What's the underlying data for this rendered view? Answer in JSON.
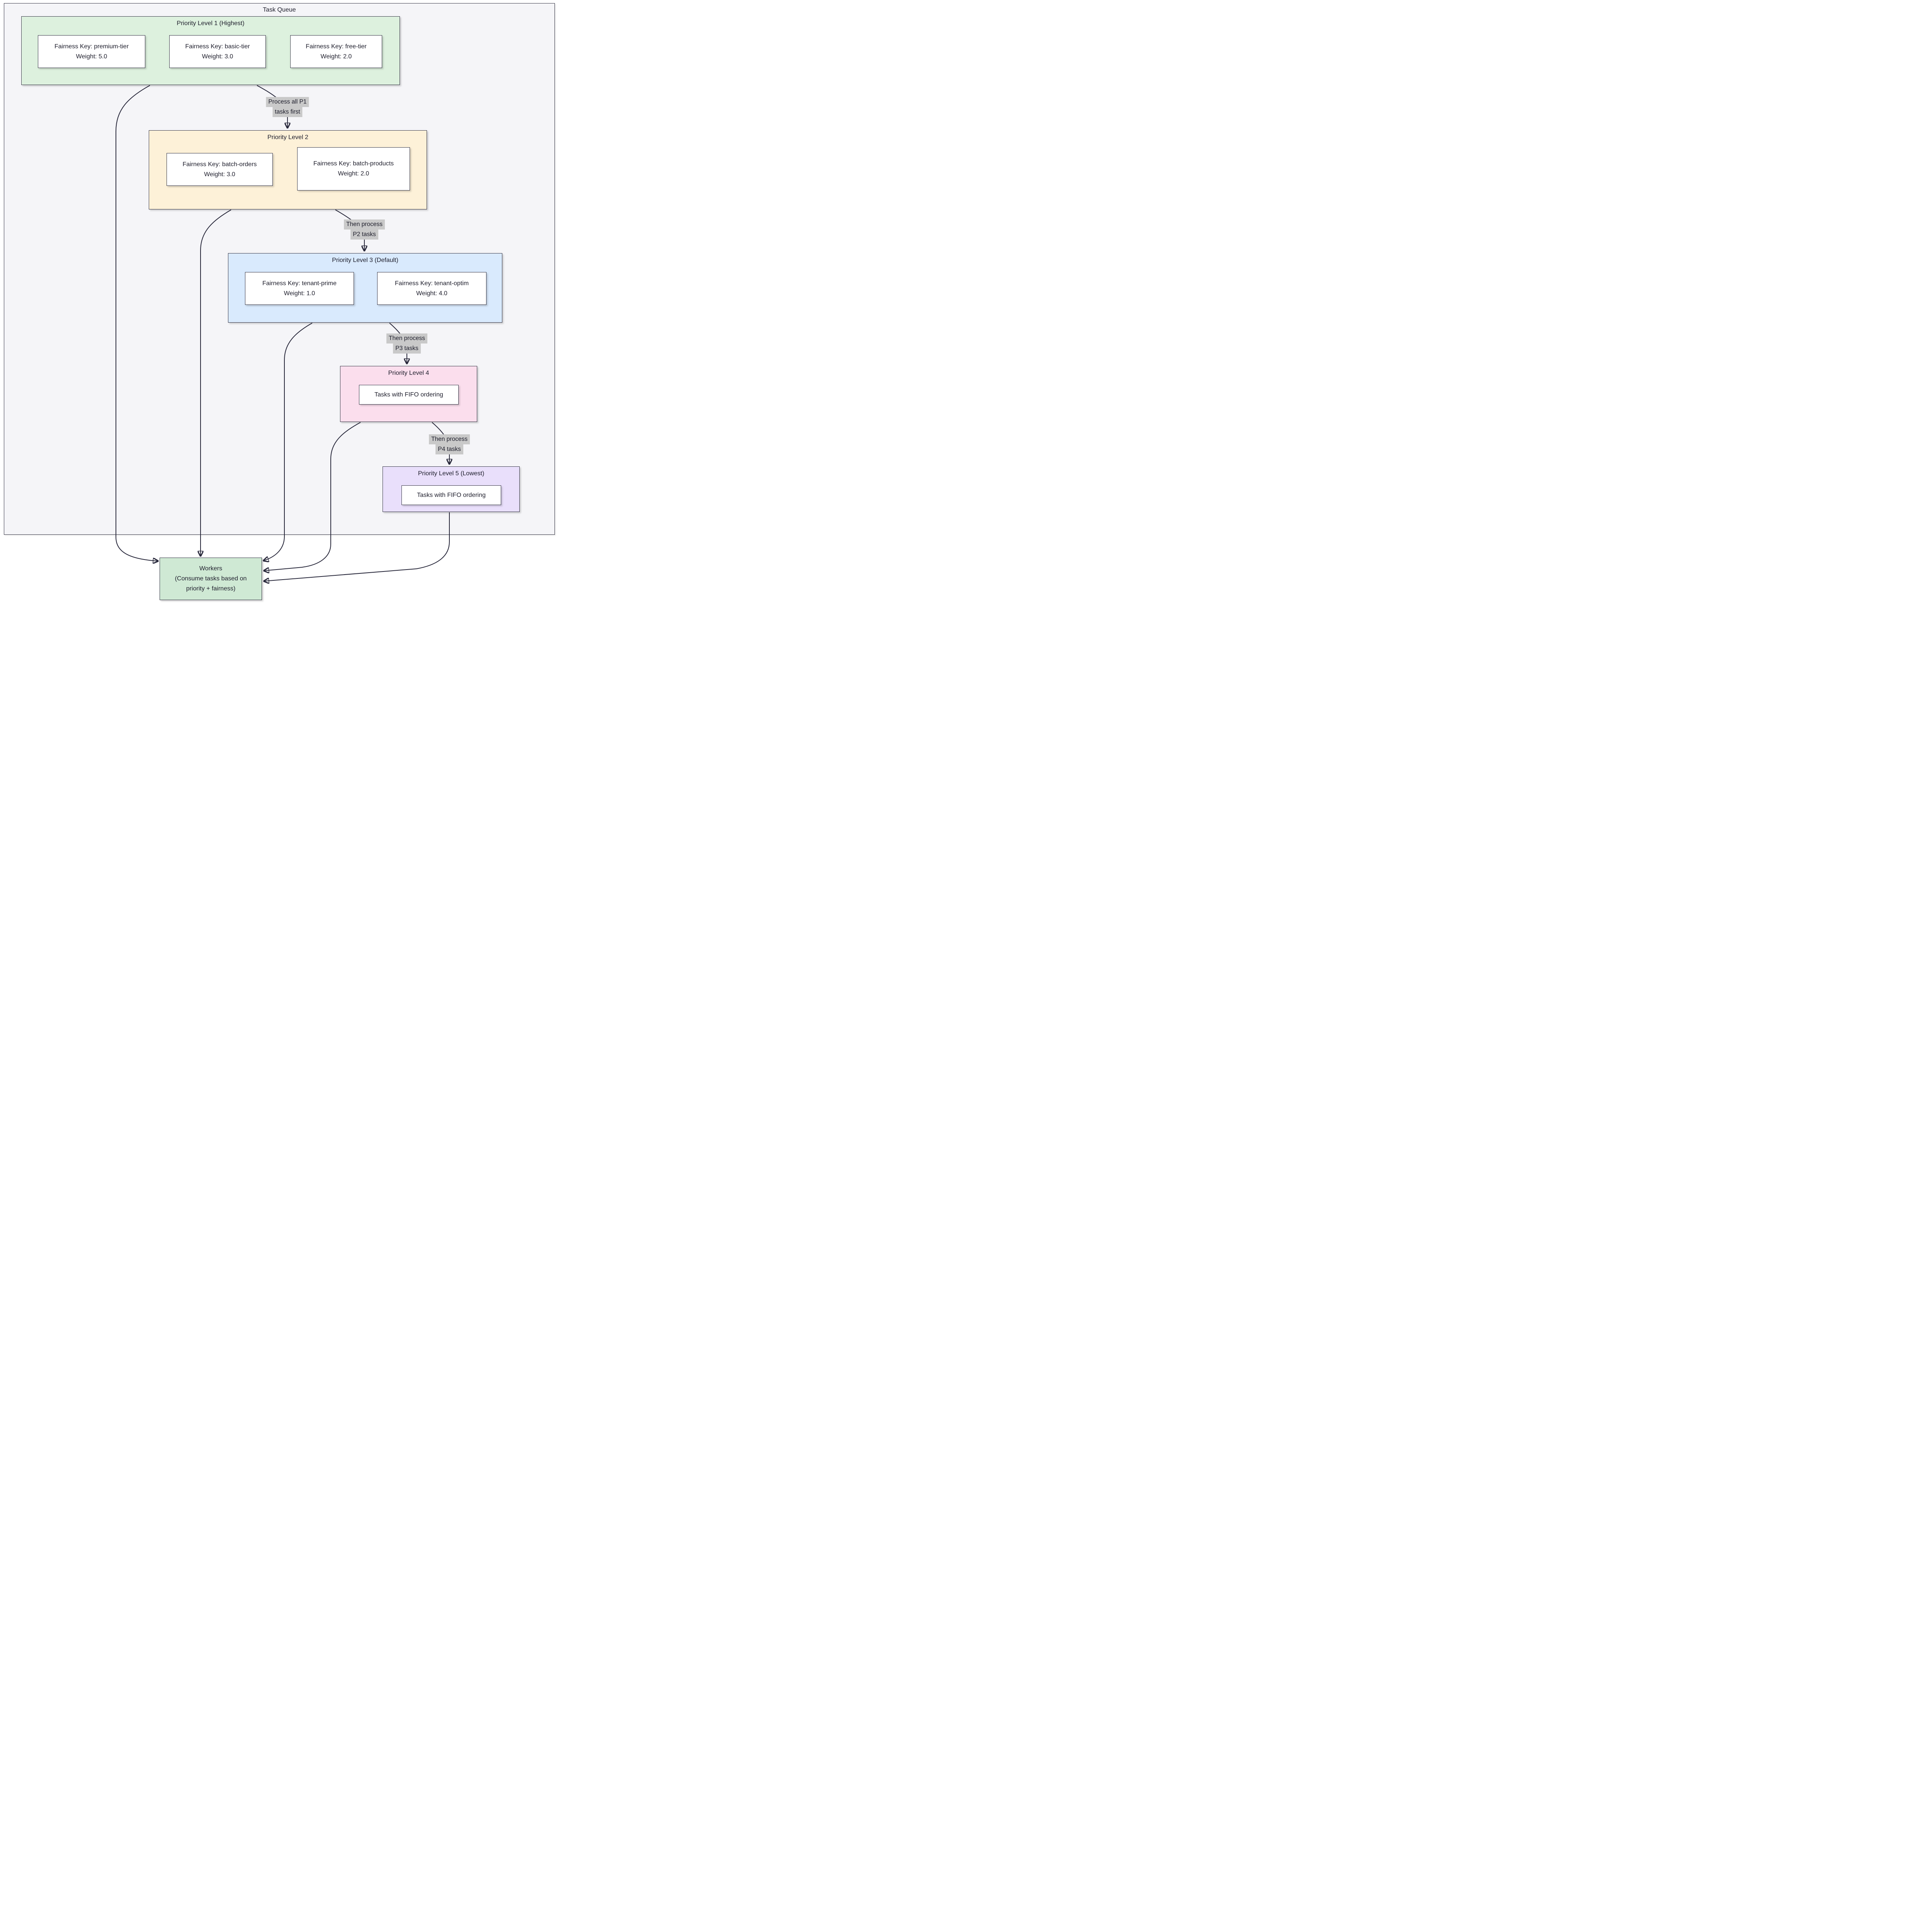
{
  "diagram": {
    "outer_title": "Task Queue",
    "levels": {
      "p1": {
        "title": "Priority Level 1 (Highest)",
        "nodes": [
          {
            "key": "Fairness Key: premium-tier",
            "weight": "Weight: 5.0"
          },
          {
            "key": "Fairness Key: basic-tier",
            "weight": "Weight: 3.0"
          },
          {
            "key": "Fairness Key: free-tier",
            "weight": "Weight: 2.0"
          }
        ]
      },
      "p2": {
        "title": "Priority Level 2",
        "nodes": [
          {
            "key": "Fairness Key: batch-orders",
            "weight": "Weight: 3.0"
          },
          {
            "key": "Fairness Key: batch-products",
            "weight": "Weight: 2.0"
          }
        ]
      },
      "p3": {
        "title": "Priority Level 3 (Default)",
        "nodes": [
          {
            "key": "Fairness Key: tenant-prime",
            "weight": "Weight: 1.0"
          },
          {
            "key": "Fairness Key: tenant-optim",
            "weight": "Weight: 4.0"
          }
        ]
      },
      "p4": {
        "title": "Priority Level 4",
        "nodes": [
          {
            "label": "Tasks with FIFO ordering"
          }
        ]
      },
      "p5": {
        "title": "Priority Level 5 (Lowest)",
        "nodes": [
          {
            "label": "Tasks with FIFO ordering"
          }
        ]
      }
    },
    "edge_labels": {
      "p1_p2": {
        "line1": "Process all P1",
        "line2": "tasks first"
      },
      "p2_p3": {
        "line1": "Then process",
        "line2": "P2 tasks"
      },
      "p3_p4": {
        "line1": "Then process",
        "line2": "P3 tasks"
      },
      "p4_p5": {
        "line1": "Then process",
        "line2": "P4 tasks"
      }
    },
    "workers": {
      "line1": "Workers",
      "line2": "(Consume tasks based on",
      "line3": "priority + fairness)"
    },
    "colors": {
      "container_fill": "#f5f5f8",
      "level1_fill": "#ddf1de",
      "level2_fill": "#fdf1d8",
      "level3_fill": "#d9eafd",
      "level4_fill": "#fbdeed",
      "level5_fill": "#e9dffb",
      "workers_fill": "#cfe9d4",
      "node_fill": "#ffffff",
      "border": "#343444",
      "edge_stroke": "#27273a",
      "edge_label_bg": "#c9c9c9",
      "text": "#1d1d2b"
    }
  }
}
